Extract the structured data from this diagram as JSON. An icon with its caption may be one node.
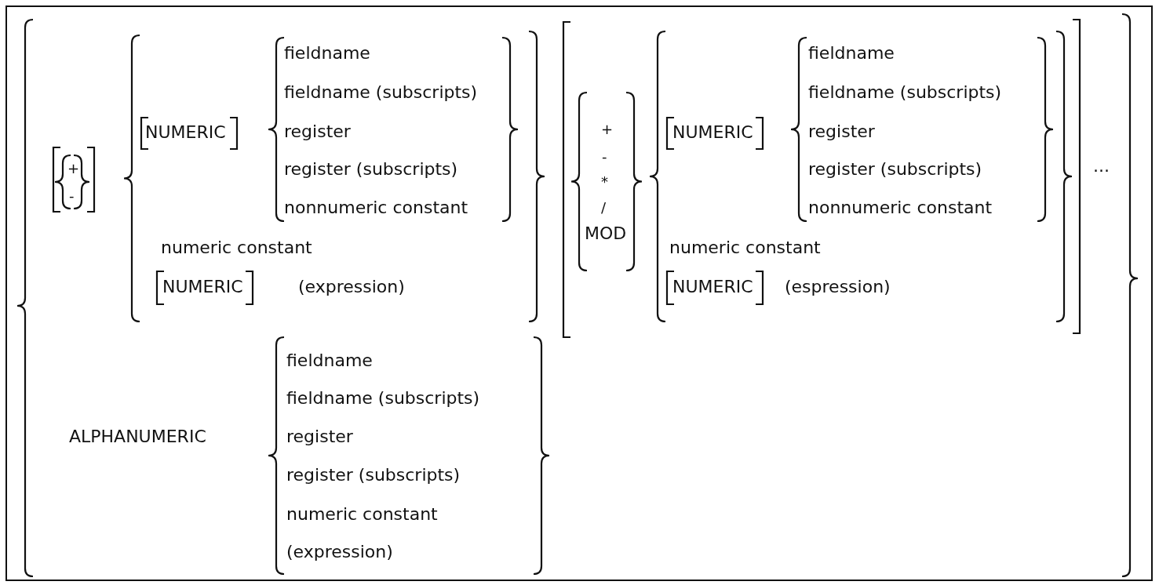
{
  "diagram": {
    "labels": [
      "+",
      "-",
      "NUMERIC",
      "fieldname",
      "fieldname (subscripts)",
      "register",
      "register (subscripts)",
      "nonnumeric constant",
      "numeric constant",
      "NUMERIC",
      "(expression)",
      "+",
      "-",
      "*",
      "/",
      "MOD",
      "NUMERIC",
      "fieldname",
      "fieldname (subscripts)",
      "register",
      "register (subscripts)",
      "nonnumeric constant",
      "numeric constant",
      "NUMERIC",
      "(espression)",
      "...",
      "ALPHANUMERIC",
      "fieldname",
      "fieldname (subscripts)",
      "register",
      "register (subscripts)",
      "numeric constant",
      "(expression)"
    ]
  }
}
